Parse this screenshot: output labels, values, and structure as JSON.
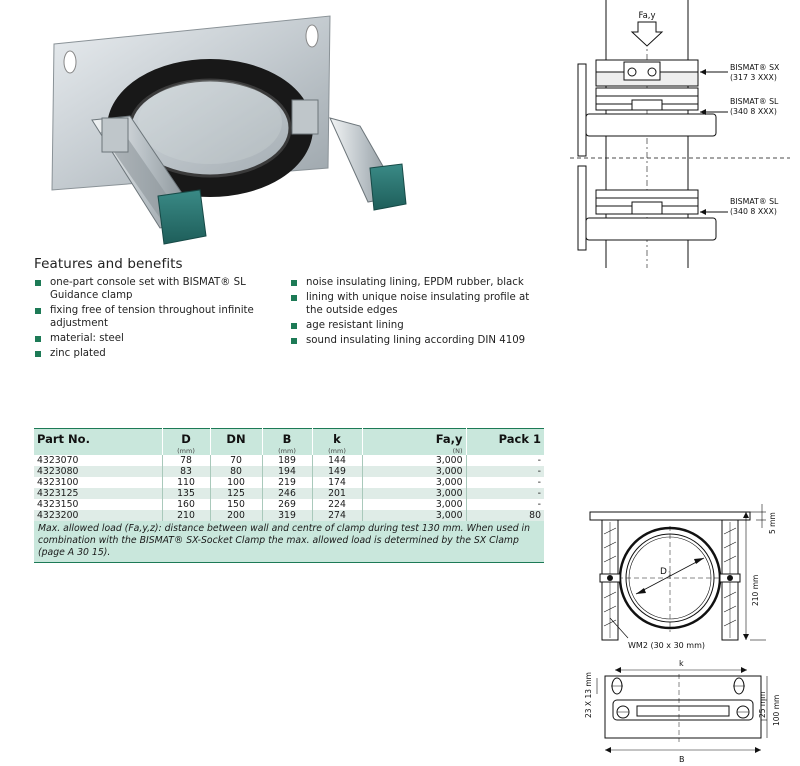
{
  "features": {
    "title": "Features and benefits",
    "left": [
      "one-part console set with BISMAT® SL Guidance clamp",
      "fixing free of tension throughout infinite adjustment",
      "material: steel",
      "zinc plated"
    ],
    "right": [
      "noise insulating lining, EPDM rubber, black",
      "lining with unique noise insulating profile at the outside edges",
      "age resistant lining",
      "sound insulating lining according DIN 4109"
    ]
  },
  "table": {
    "headers": [
      "Part No.",
      "D",
      "DN",
      "B",
      "k",
      "Fa,y",
      "Pack 1"
    ],
    "units": [
      "",
      "(mm)",
      "",
      "(mm)",
      "(mm)",
      "(N)",
      ""
    ],
    "rows": [
      [
        "4323070",
        "78",
        "70",
        "189",
        "144",
        "3,000",
        "-"
      ],
      [
        "4323080",
        "83",
        "80",
        "194",
        "149",
        "3,000",
        "-"
      ],
      [
        "4323100",
        "110",
        "100",
        "219",
        "174",
        "3,000",
        "-"
      ],
      [
        "4323125",
        "135",
        "125",
        "246",
        "201",
        "3,000",
        "-"
      ],
      [
        "4323150",
        "160",
        "150",
        "269",
        "224",
        "3,000",
        "-"
      ],
      [
        "4323200",
        "210",
        "200",
        "319",
        "274",
        "3,000",
        "80"
      ]
    ],
    "note": "Max. allowed load (Fa,y,z): distance between wall and centre of clamp during test 130 mm. When used in combination with the BISMAT® SX-Socket Clamp the max. allowed load is determined by the SX Clamp (page A 30 15)."
  },
  "diagram_top": {
    "load_label": "Fa,y",
    "label_sx": "BISMAT® SX",
    "label_sx_code": "(317 3 XXX)",
    "label_sl": "BISMAT® SL",
    "label_sl_code": "(340 8 XXX)",
    "label_sl2": "BISMAT® SL",
    "label_sl2_code": "(340 8 XXX)"
  },
  "diagram_front": {
    "dim_5": "5 mm",
    "dim_210": "210 mm",
    "label_d": "D",
    "wm_label": "WM2 (30 x 30 mm)"
  },
  "diagram_plan": {
    "dim_k": "k",
    "dim_slot": "23 X 13 mm",
    "dim_25": "25 mm",
    "dim_100": "100 mm",
    "dim_b": "B"
  }
}
